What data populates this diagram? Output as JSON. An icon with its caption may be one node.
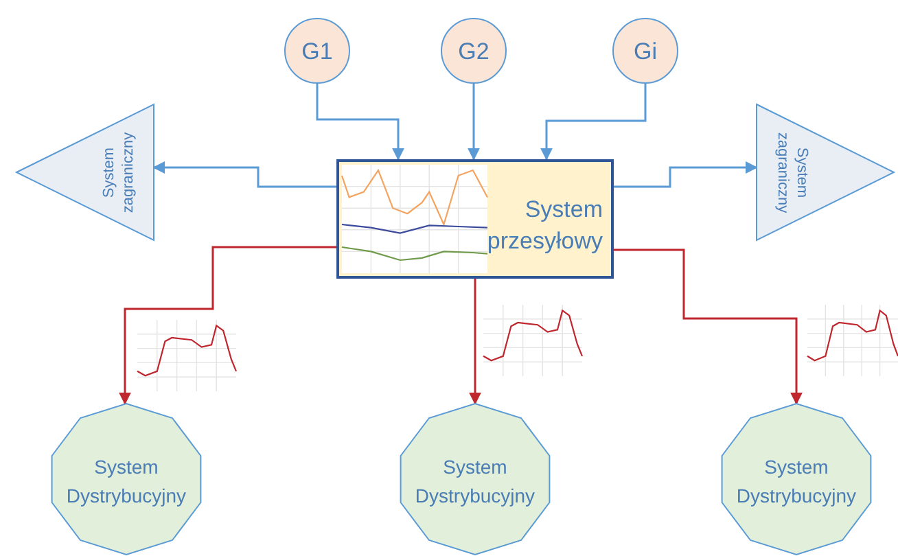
{
  "diagram": {
    "nodes": [
      {
        "text": [
          "G1"
        ]
      },
      {
        "text": [
          "G2"
        ]
      },
      {
        "text": [
          "Gi"
        ]
      },
      {
        "text": [
          "System zagraniczny"
        ]
      },
      {
        "text": [
          "System zagraniczny"
        ]
      },
      {
        "text": [
          "System przesyłowy"
        ]
      },
      {
        "text": [
          "System Dystrybucyjny"
        ]
      },
      {
        "text": [
          "System Dystrybucyjny"
        ]
      },
      {
        "text": [
          "System Dystrybucyjny"
        ]
      }
    ],
    "edges": [
      {
        "from": 0,
        "to": 5,
        "arrow": "to"
      },
      {
        "from": 1,
        "to": 5,
        "arrow": "to"
      },
      {
        "from": 2,
        "to": 5,
        "arrow": "to"
      },
      {
        "from": 5,
        "to": 3,
        "arrow": "to"
      },
      {
        "from": 5,
        "to": 4,
        "arrow": "to"
      },
      {
        "from": 5,
        "to": 6,
        "arrow": "to",
        "color": "#c0262d"
      },
      {
        "from": 5,
        "to": 7,
        "arrow": "to",
        "color": "#c0262d"
      },
      {
        "from": 5,
        "to": 8,
        "arrow": "to",
        "color": "#c0262d"
      }
    ]
  }
}
